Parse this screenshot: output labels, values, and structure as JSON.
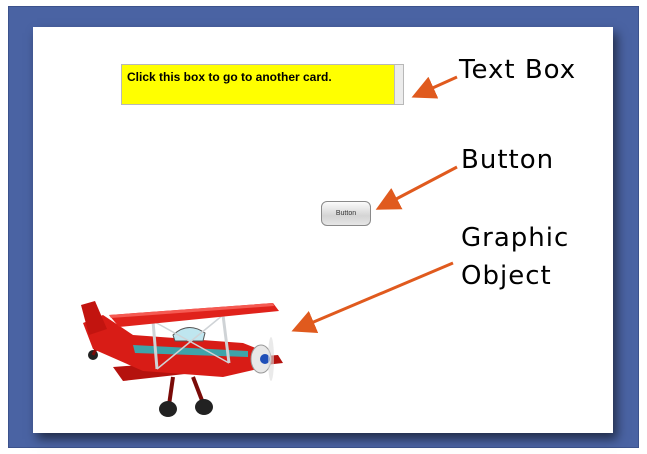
{
  "textbox": {
    "text": "Click this box to go to another card."
  },
  "button": {
    "label": "Button"
  },
  "annotations": {
    "text_box": "Text Box",
    "button": "Button",
    "graphic_line1": "Graphic",
    "graphic_line2": "Object"
  },
  "graphic": {
    "icon": "red-biplane-icon"
  },
  "colors": {
    "frame": "#4a63a3",
    "textbox_fill": "#ffff00",
    "arrow": "#e05a1e",
    "plane": "#d81c16"
  }
}
